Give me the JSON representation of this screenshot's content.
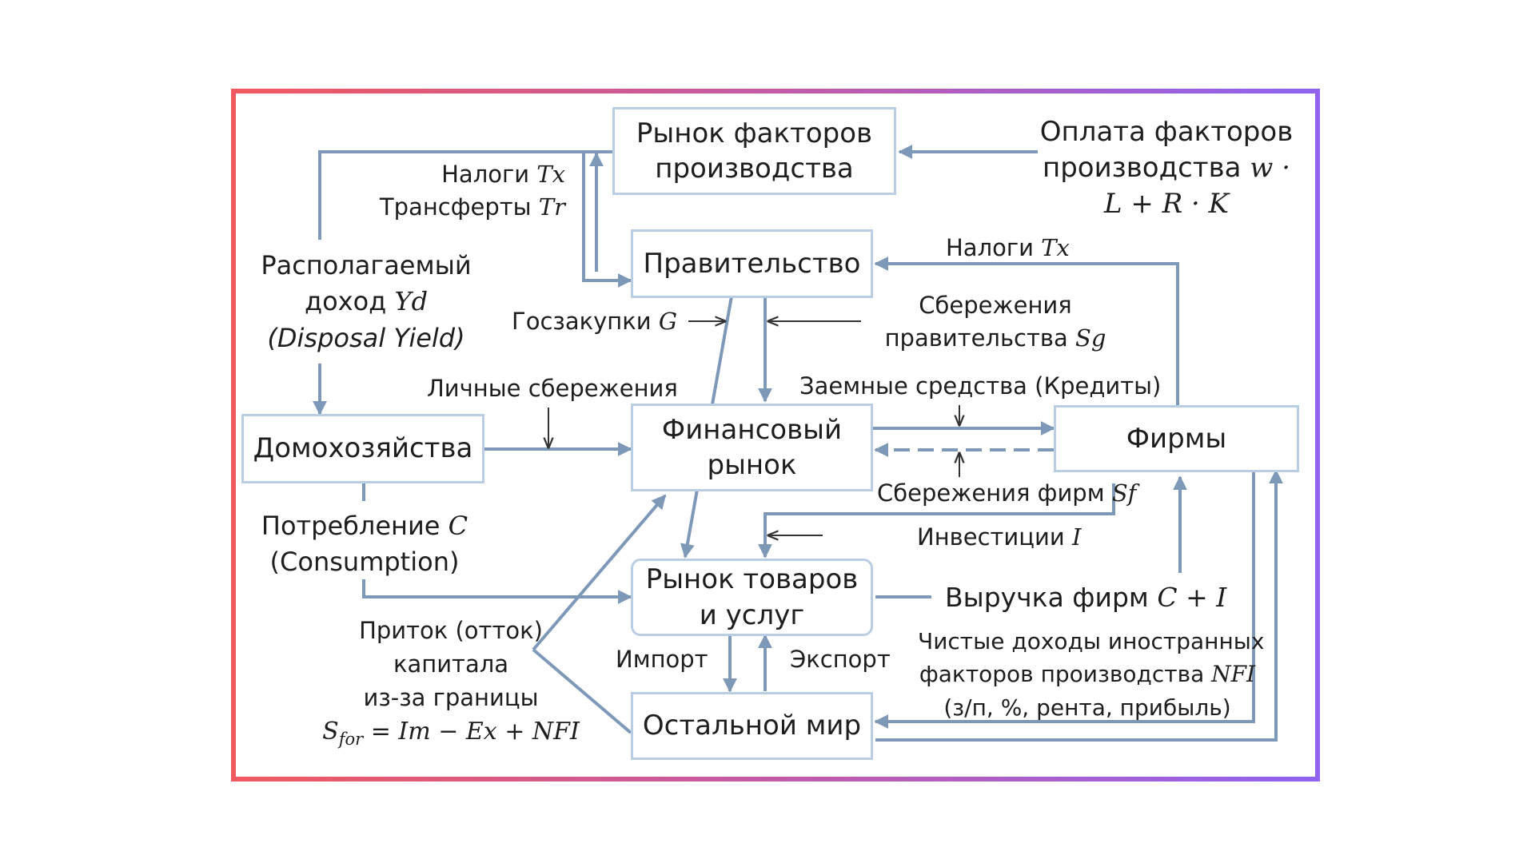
{
  "boxes": {
    "factor_market": [
      "Рынок факторов",
      "производства"
    ],
    "government": "Правительство",
    "households": "Домохозяйства",
    "financial_market": [
      "Финансовый",
      "рынок"
    ],
    "firms": "Фирмы",
    "goods_market": [
      "Рынок товаров",
      "и услуг"
    ],
    "rest_of_world": "Остальной мир"
  },
  "labels": {
    "factor_payment": {
      "line1": "Оплата факторов",
      "line2_text": "производства",
      "line2_math": "w ·",
      "line3_math": "L + R · K"
    },
    "taxes_transfers": {
      "taxes_text": "Налоги",
      "taxes_math": "Tx",
      "transfers_text": "Трансферты",
      "transfers_math": "Tr"
    },
    "taxes_firms": {
      "text": "Налоги",
      "math": "Tx"
    },
    "disposable_income": {
      "line1": "Располагаемый",
      "line2_text": "доход",
      "line2_math": "Yd",
      "line3": "(Disposal Yield)"
    },
    "gov_purchases": {
      "text": "Госзакупки",
      "math": "G"
    },
    "gov_savings": {
      "line1": "Сбережения",
      "line2_text": "правительства",
      "line2_math": "Sg"
    },
    "personal_savings": "Личные сбережения",
    "borrowed_funds": "Заемные средства (Кредиты)",
    "firm_savings": {
      "text": "Сбережения фирм",
      "math": "Sf"
    },
    "investment": {
      "text": "Инвестиции",
      "math": "I"
    },
    "consumption": {
      "line1_text": "Потребление",
      "line1_math": "C",
      "line2": "(Consumption)"
    },
    "revenue": {
      "text": "Выручка фирм",
      "math": "C + I"
    },
    "capital_flow": {
      "line1": "Приток (отток)",
      "line2": "капитала",
      "line3": "из-за границы",
      "formula_S": "S",
      "formula_sub": "for",
      "formula_rest": "= Im − Ex + NFI"
    },
    "import": "Импорт",
    "export": "Экспорт",
    "nfi": {
      "line1": "Чистые доходы иностранных",
      "line2_text": "факторов производства",
      "line2_math": "NFI",
      "line3": "(з/п, %, рента, прибыль)"
    }
  },
  "colors": {
    "box_border": "#b9cde3",
    "arrow": "#7e98b8",
    "thin_arrow": "#333333",
    "frame_left": "#f05a5f",
    "frame_right": "#8f63f0"
  }
}
